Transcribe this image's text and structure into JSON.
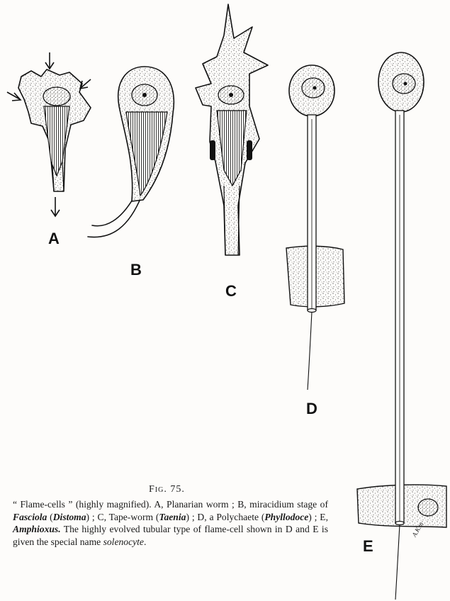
{
  "figure": {
    "number": "Fig. 75.",
    "labels": {
      "a": "A",
      "b": "B",
      "c": "C",
      "d": "D",
      "e": "E"
    },
    "signature": "A.K.m"
  },
  "caption": {
    "p1": "“ Flame-cells ”  (highly magnified).   A, Planarian worm ; B, miracidium stage of ",
    "p2": "Fasciola",
    "p3": " (",
    "p4": "Distoma",
    "p5": ") ; C, Tape-worm (",
    "p6": "Taenia",
    "p7": ") ; D, a Polychaete (",
    "p8": "Phyllodoce",
    "p9": ") ; E, ",
    "p10": "Amphioxus.",
    "p11": "  The highly evolved tubular type of flame-cell shown in D and E is given the special name ",
    "p12": "solenocyte",
    "p13": "."
  }
}
